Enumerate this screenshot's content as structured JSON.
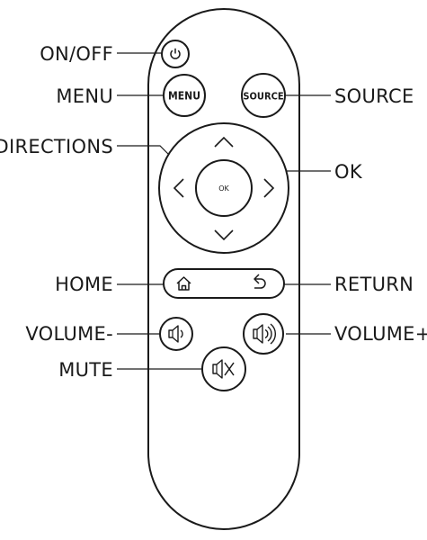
{
  "callouts": {
    "on_off": "ON/OFF",
    "menu": "MENU",
    "directions": "DIRECTIONS",
    "home": "HOME",
    "volume_down": "VOLUME-",
    "mute": "MUTE",
    "source": "SOURCE",
    "ok": "OK",
    "return": "RETURN",
    "volume_up": "VOLUME+"
  },
  "buttons": {
    "menu": "MENU",
    "source": "SOURCE",
    "ok": "OK"
  },
  "icons": {
    "power": "power-icon",
    "home": "home-icon",
    "return": "return-arrow-icon",
    "volume_down": "speaker-low-icon",
    "volume_up": "speaker-high-icon",
    "mute": "speaker-muted-icon",
    "dpad": "chevron-icons"
  }
}
